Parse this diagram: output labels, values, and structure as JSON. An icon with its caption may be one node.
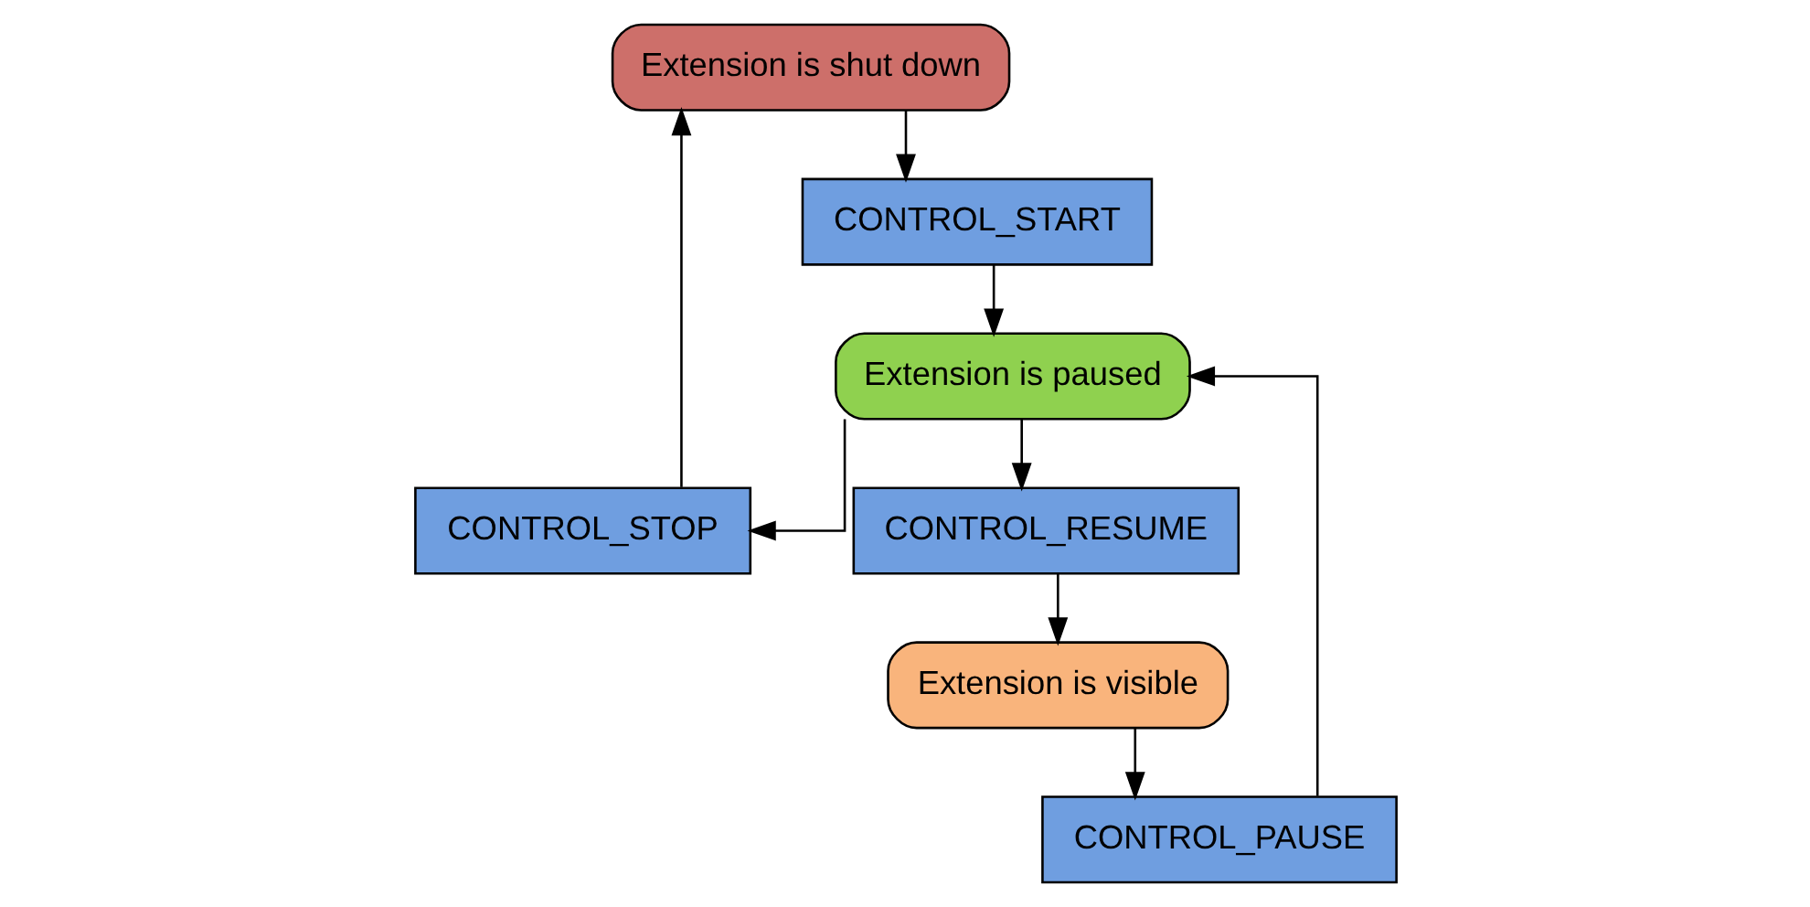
{
  "diagram": {
    "nodes": [
      {
        "text": [
          "Extension is shut down"
        ]
      },
      {
        "text": [
          "CONTROL_STOP"
        ]
      },
      {
        "text": [
          "CONTROL_START"
        ]
      },
      {
        "text": [
          "Extension is paused"
        ]
      },
      {
        "text": [
          "CONTROL_RESUME"
        ]
      },
      {
        "text": [
          "CONTROL_PAUSE"
        ]
      },
      {
        "text": [
          "Extension is visible"
        ]
      }
    ],
    "edges": [
      {
        "from": 0,
        "to": 2,
        "arrow": "to"
      },
      {
        "from": 2,
        "to": 3,
        "arrow": "to"
      },
      {
        "from": 3,
        "to": 1,
        "arrow": "to"
      },
      {
        "from": 1,
        "to": 0,
        "arrow": "to"
      },
      {
        "from": 3,
        "to": 4,
        "arrow": "to"
      },
      {
        "from": 4,
        "to": 6,
        "arrow": "to"
      },
      {
        "from": 6,
        "to": 5,
        "arrow": "to"
      },
      {
        "from": 5,
        "to": 3,
        "arrow": "to"
      }
    ]
  }
}
